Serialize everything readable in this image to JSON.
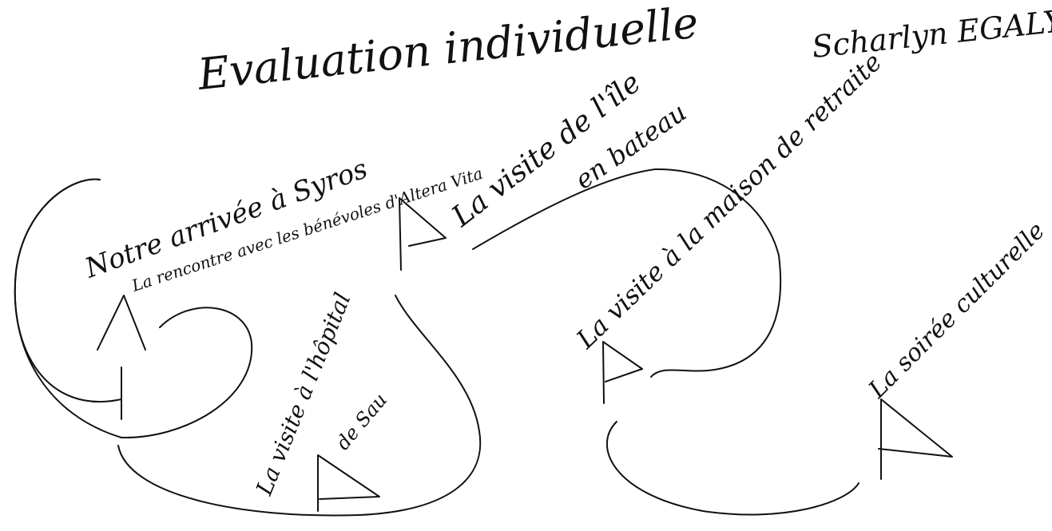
{
  "title": "Evaluation individuelle",
  "author": "Scharlyn EGALY",
  "stations": [
    {
      "label": "Notre arrivée à Syros",
      "sublabel": "La rencontre avec les bénévoles d'Altera Vita"
    },
    {
      "label": "La visite de l'île",
      "sublabel": "en bateau"
    },
    {
      "label": "La visite à l'hôpital",
      "sublabel": "de Sau"
    },
    {
      "label": "La visite à la maison de retraite",
      "sublabel": ""
    },
    {
      "label": "La soirée culturelle",
      "sublabel": ""
    }
  ]
}
